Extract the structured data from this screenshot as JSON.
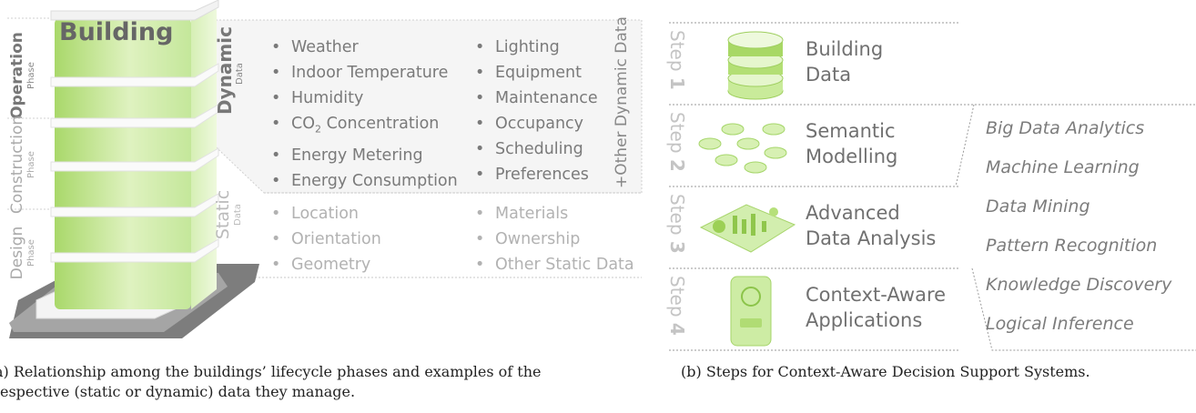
{
  "figure_a": {
    "title": "Building",
    "phases": [
      "Operation",
      "Construction",
      "Design"
    ],
    "phase_suffix": "Phase",
    "dynamic_label": "Dynamic",
    "static_label": "Static",
    "data_suffix": "Data",
    "other_dynamic": "+Other Dynamic Data",
    "dynamic_left": [
      "Weather",
      "Indoor Temperature",
      "Humidity",
      "CO",
      "Energy Metering",
      "Energy Consumption"
    ],
    "co2_subscript": "2",
    "co2_rest": " Concentration",
    "dynamic_right": [
      "Lighting",
      "Equipment",
      "Maintenance",
      "Occupancy",
      "Scheduling",
      "Preferences"
    ],
    "static_left": [
      "Location",
      "Orientation",
      "Geometry"
    ],
    "static_right": [
      "Materials",
      "Ownership",
      "Other Static Data"
    ],
    "caption_line1": "a) Relationship among the buildings’ lifecycle phases and examples of the",
    "caption_line2": "espective (static or dynamic) data they manage."
  },
  "figure_b": {
    "step_word": "Step",
    "steps": [
      {
        "num": "1",
        "line1": "Building",
        "line2": "Data"
      },
      {
        "num": "2",
        "line1": "Semantic",
        "line2": "Modelling"
      },
      {
        "num": "3",
        "line1": "Advanced",
        "line2": "Data Analysis"
      },
      {
        "num": "4",
        "line1": "Context-Aware",
        "line2": "Applications"
      }
    ],
    "techniques": [
      "Big Data Analytics",
      "Machine Learning",
      "Data Mining",
      "Pattern Recognition",
      "Knowledge Discovery",
      "Logical Inference"
    ],
    "caption": "(b) Steps for Context-Aware Decision Support Systems."
  },
  "colors": {
    "green": "#b6e07a",
    "green_dark": "#7fbf3a",
    "gray_text": "#8a8a8a",
    "panel": "#f6f6f6"
  }
}
